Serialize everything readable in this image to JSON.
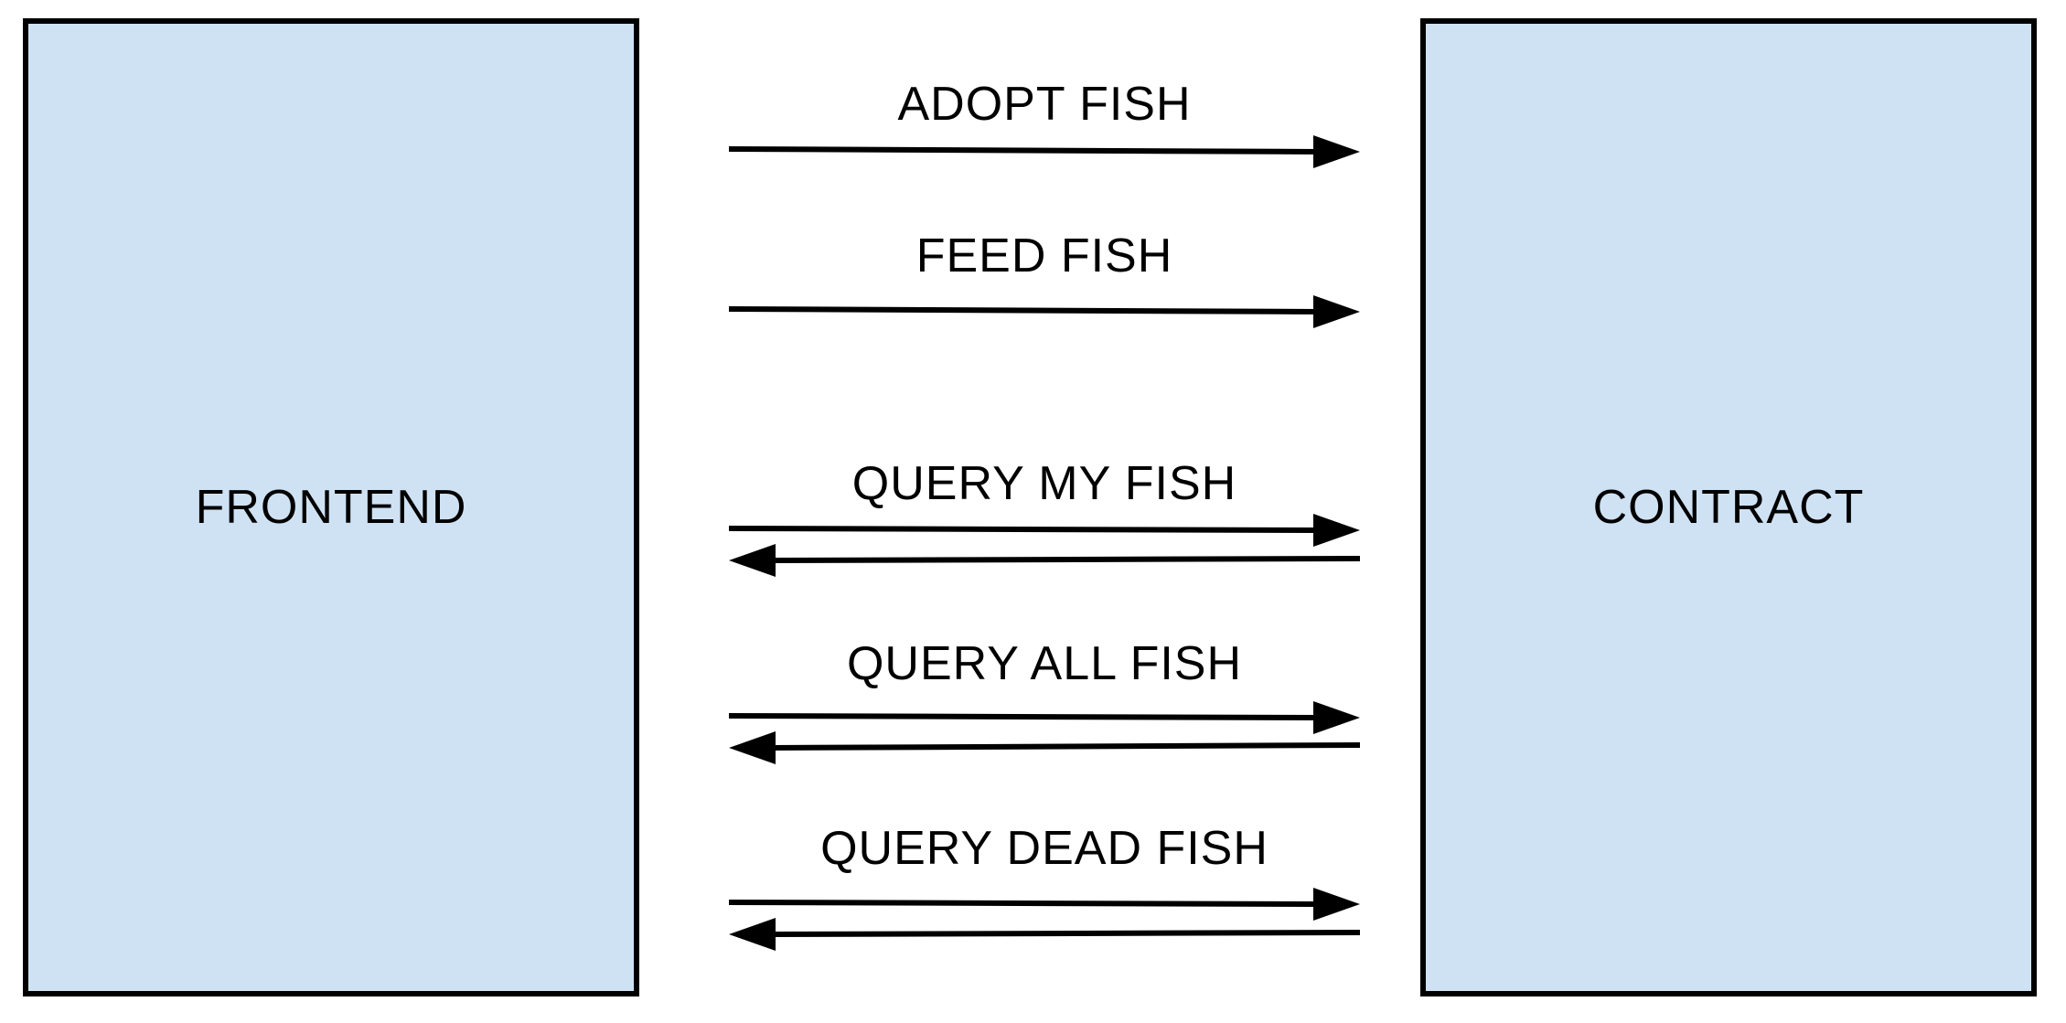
{
  "frontend": {
    "label": "FRONTEND"
  },
  "contract": {
    "label": "CONTRACT"
  },
  "interactions": [
    {
      "label": "ADOPT FISH",
      "direction": "request"
    },
    {
      "label": "FEED FISH",
      "direction": "request"
    },
    {
      "label": "QUERY MY FISH",
      "direction": "request-response"
    },
    {
      "label": "QUERY ALL FISH",
      "direction": "request-response"
    },
    {
      "label": "QUERY DEAD FISH",
      "direction": "request-response"
    }
  ],
  "colors": {
    "box_fill": "#cfe2f3",
    "stroke": "#000000"
  }
}
